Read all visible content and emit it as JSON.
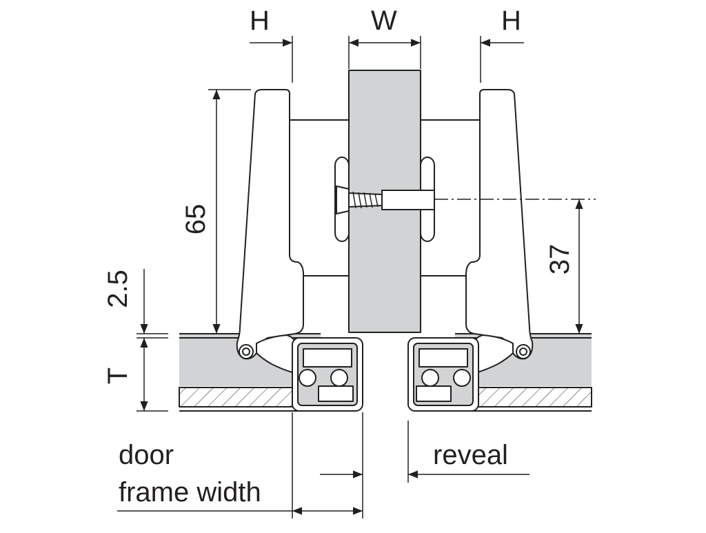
{
  "labels": {
    "h_left": "H",
    "w": "W",
    "h_right": "H",
    "dim_65": "65",
    "dim_37": "37",
    "dim_2_5": "2.5",
    "dim_t": "T",
    "door": "door",
    "frame_width": "frame width",
    "reveal": "reveal"
  },
  "colors": {
    "line": "#231f20",
    "fill_grey": "#d1d3d4",
    "background": "#ffffff"
  }
}
